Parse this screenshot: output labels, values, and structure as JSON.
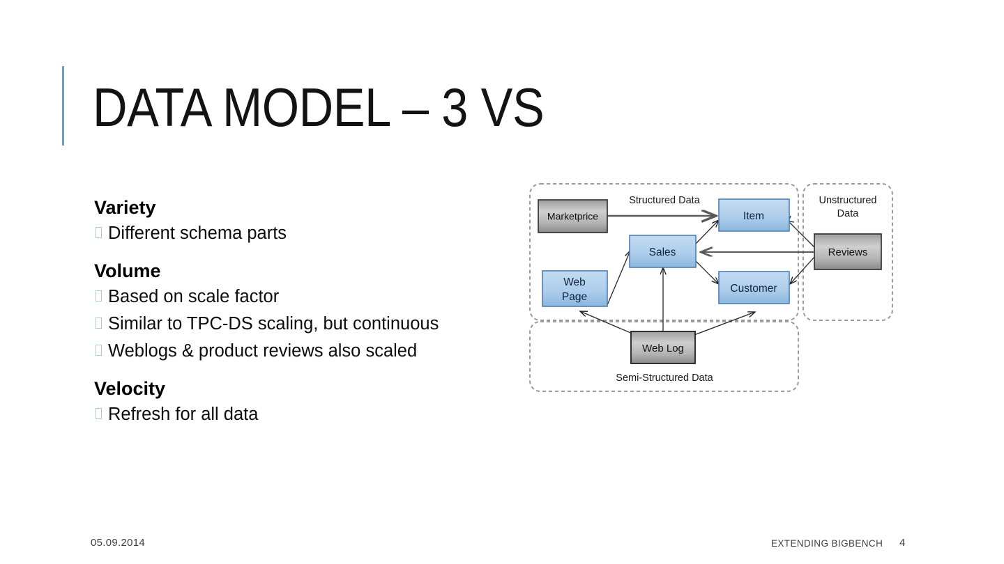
{
  "slide": {
    "title": "DATA MODEL – 3 VS",
    "accent_color": "#4BACC6"
  },
  "content": {
    "sections": [
      {
        "heading": "Variety",
        "bullets": [
          "Different schema parts"
        ]
      },
      {
        "heading": "Volume",
        "bullets": [
          "Based on scale factor",
          "Similar to TPC-DS scaling, but continuous",
          "Weblogs & product reviews also scaled"
        ]
      },
      {
        "heading": "Velocity",
        "bullets": [
          "Refresh for all data"
        ]
      }
    ],
    "bullet_glyph_color": "#8FD4E4"
  },
  "diagram": {
    "containers": [
      {
        "id": "structured",
        "label": "Structured Data"
      },
      {
        "id": "unstructured",
        "label": "Unstructured Data"
      },
      {
        "id": "semi-structured",
        "label": "Semi-Structured Data"
      }
    ],
    "nodes": [
      {
        "id": "marketprice",
        "label": "Marketprice",
        "style": "gray"
      },
      {
        "id": "item",
        "label": "Item",
        "style": "blue"
      },
      {
        "id": "sales",
        "label": "Sales",
        "style": "blue"
      },
      {
        "id": "webpage",
        "label": "Web Page",
        "label_line1": "Web",
        "label_line2": "Page",
        "style": "blue"
      },
      {
        "id": "customer",
        "label": "Customer",
        "style": "blue"
      },
      {
        "id": "reviews",
        "label": "Reviews",
        "style": "gray"
      },
      {
        "id": "weblog",
        "label": "Web Log",
        "style": "gray"
      }
    ],
    "edges": [
      {
        "from": "marketprice",
        "to": "item"
      },
      {
        "from": "sales",
        "to": "item"
      },
      {
        "from": "sales",
        "to": "customer"
      },
      {
        "from": "webpage",
        "to": "sales"
      },
      {
        "from": "reviews",
        "to": "sales"
      },
      {
        "from": "item",
        "to": "reviews"
      },
      {
        "from": "reviews",
        "to": "customer"
      },
      {
        "from": "weblog",
        "to": "webpage"
      },
      {
        "from": "weblog",
        "to": "sales"
      },
      {
        "from": "weblog",
        "to": "customer"
      }
    ],
    "colors": {
      "blue_fill_top": "#BDD7F0",
      "blue_fill_bottom": "#8FB9E0",
      "blue_border": "#4E7FB5",
      "gray_fill_light": "#C8C8C8",
      "gray_fill_dark": "#8A8A8A",
      "gray_border": "#2B2B2B",
      "container_border": "#9A9A9A",
      "arrow": "#262626"
    }
  },
  "footer": {
    "date": "05.09.2014",
    "deck_name": "EXTENDING BIGBENCH",
    "page_number": "4"
  }
}
